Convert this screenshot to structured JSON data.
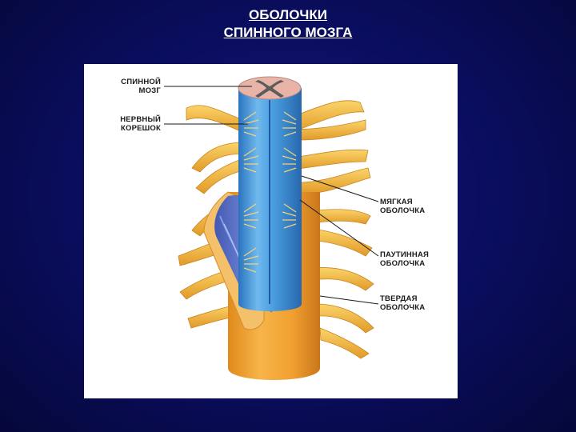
{
  "title": {
    "line1": "ОБОЛОЧКИ",
    "line2": "СПИННОГО МОЗГА"
  },
  "labels": {
    "spinal_cord": {
      "line1": "СПИННОЙ",
      "line2": "МОЗГ"
    },
    "nerve_root": {
      "line1": "НЕРВНЫЙ",
      "line2": "КОРЕШОК"
    },
    "pia_mater": {
      "line1": "МЯГКАЯ",
      "line2": "ОБОЛОЧКА"
    },
    "arachnoid": {
      "line1": "ПАУТИННАЯ",
      "line2": "ОБОЛОЧКА"
    },
    "dura_mater": {
      "line1": "ТВЕРДАЯ",
      "line2": "ОБОЛОЧКА"
    }
  },
  "colors": {
    "background": "#0a0d5c",
    "cord_blue": "#3a8fd8",
    "dura_orange": "#f0a030",
    "nerve_yellow": "#f4c04a",
    "grey_matter": "#6a6a6a",
    "cut_surface": "#e8b4a8"
  }
}
